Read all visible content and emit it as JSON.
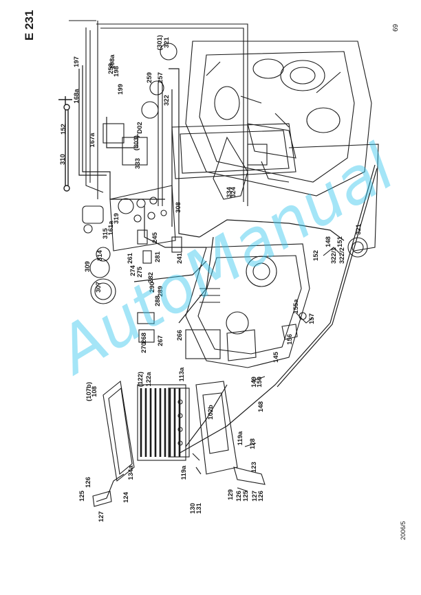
{
  "page": {
    "label": "E 231",
    "number": "69",
    "footer_code": "2006/5"
  },
  "watermark": {
    "text": "AutoManual",
    "color": "#37c7ee"
  },
  "callouts": [
    "125",
    "126",
    "127",
    "124",
    "134a",
    "130",
    "131",
    "119a",
    "129",
    "126",
    "125",
    "127",
    "126",
    "123",
    "128",
    "119a",
    "148",
    "149",
    "150",
    "145",
    "156",
    "157",
    "155a",
    "152",
    "322/1",
    "322/2",
    "321",
    "148",
    "151",
    "(107b)",
    "108",
    "(122)",
    "122a",
    "113a",
    "102b",
    "270",
    "268",
    "267",
    "266",
    "290",
    "288",
    "289",
    "282",
    "281",
    "275",
    "274",
    "261",
    "307",
    "309",
    "314",
    "315",
    "161a",
    "319",
    "245",
    "241",
    "308",
    "310",
    "152",
    "167a",
    "168a",
    "197",
    "199",
    "198",
    "198a",
    "258",
    "259",
    "257",
    "322",
    "321",
    "(301)",
    "D02",
    "(303)",
    "333",
    "334",
    "324"
  ]
}
